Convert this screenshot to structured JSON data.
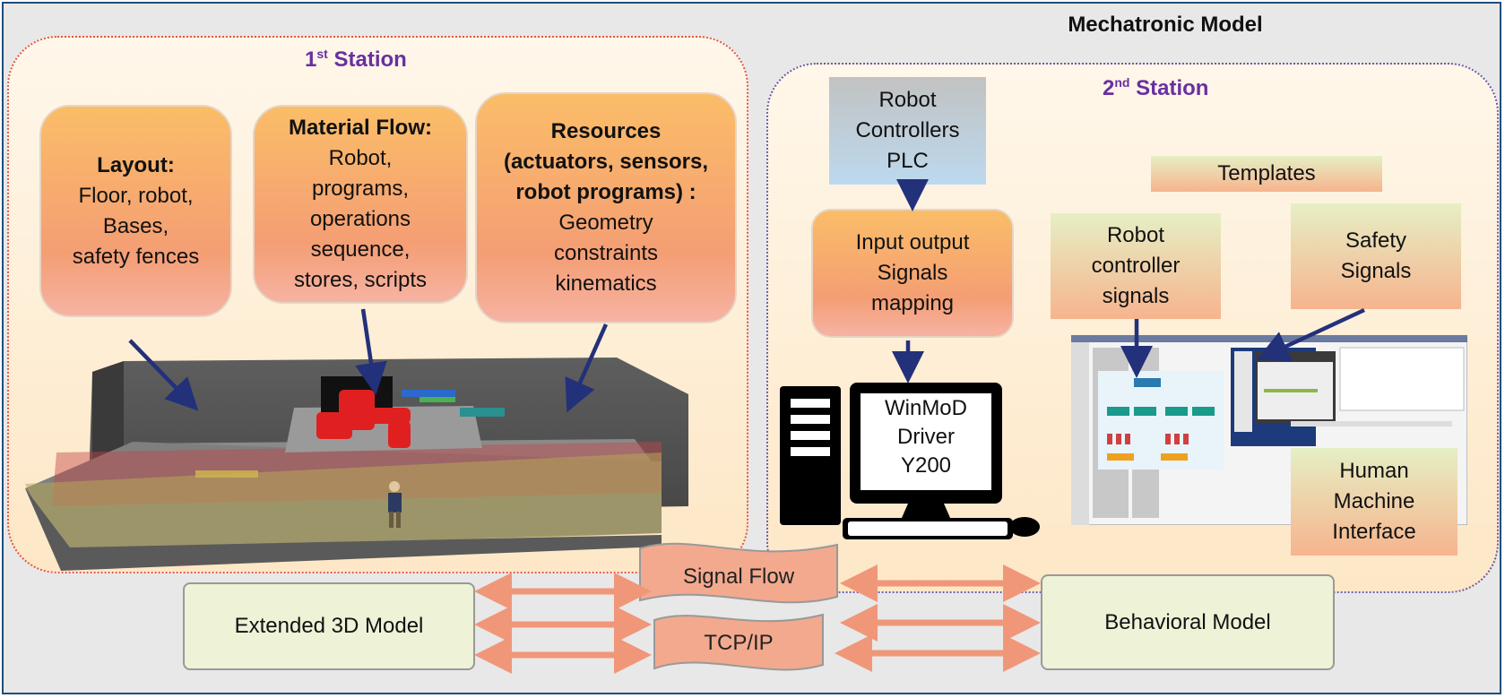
{
  "header": {
    "title": "Mechatronic Model"
  },
  "station1": {
    "title_num": "1",
    "title_sup": "st",
    "title_word": " Station",
    "layout": {
      "heading": "Layout:",
      "lines": [
        "Floor, robot,",
        "Bases,",
        "safety fences"
      ]
    },
    "material_flow": {
      "heading": "Material Flow:",
      "lines": [
        "Robot,",
        "programs,",
        "operations",
        "sequence,",
        "stores, scripts"
      ]
    },
    "resources": {
      "heading_lines": [
        "Resources",
        "(actuators, sensors,",
        "robot programs) :"
      ],
      "lines": [
        "Geometry",
        "constraints",
        "kinematics"
      ]
    }
  },
  "station2": {
    "title_num": "2",
    "title_sup": "nd",
    "title_word": " Station",
    "robot_controllers": {
      "lines": [
        "Robot",
        "Controllers",
        "PLC"
      ]
    },
    "io_mapping": {
      "lines": [
        "Input output",
        "Signals",
        "mapping"
      ]
    },
    "computer": {
      "lines": [
        "WinMoD",
        "Driver",
        "Y200"
      ]
    },
    "templates": "Templates",
    "robot_controller_signals": {
      "lines": [
        "Robot",
        "controller",
        "signals"
      ]
    },
    "safety_signals": {
      "lines": [
        "Safety",
        "Signals"
      ]
    },
    "hmi": {
      "lines": [
        "Human",
        "Machine",
        "Interface"
      ]
    }
  },
  "bottom": {
    "extended_model": "Extended 3D Model",
    "behavioral_model": "Behavioral Model",
    "signal_flow": "Signal Flow",
    "tcp_ip": "TCP/IP"
  },
  "colors": {
    "frame": "#1f4e79",
    "station_title": "#6a2fa0",
    "arrow_dark": "#23307a",
    "arrow_light": "#f0977a"
  }
}
